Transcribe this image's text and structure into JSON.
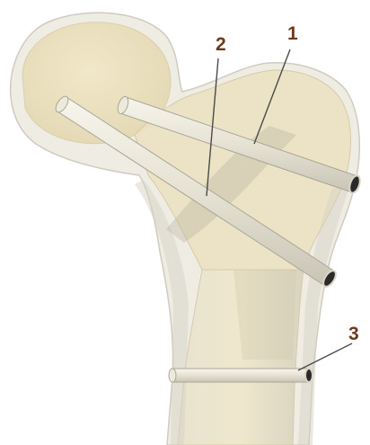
{
  "callouts": [
    {
      "id": "1",
      "label": "1",
      "target": "upper-screw"
    },
    {
      "id": "2",
      "label": "2",
      "target": "lower-oblique-screw"
    },
    {
      "id": "3",
      "label": "3",
      "target": "transverse-shaft-screw"
    }
  ],
  "colors": {
    "background": "#ffffff",
    "bone_fill": "#efe5c8",
    "bone_outline": "#d8d8d4",
    "screw_fill": "#e9e6da",
    "label_color": "#6e3a1d",
    "leader_color": "#4a4a4a"
  }
}
